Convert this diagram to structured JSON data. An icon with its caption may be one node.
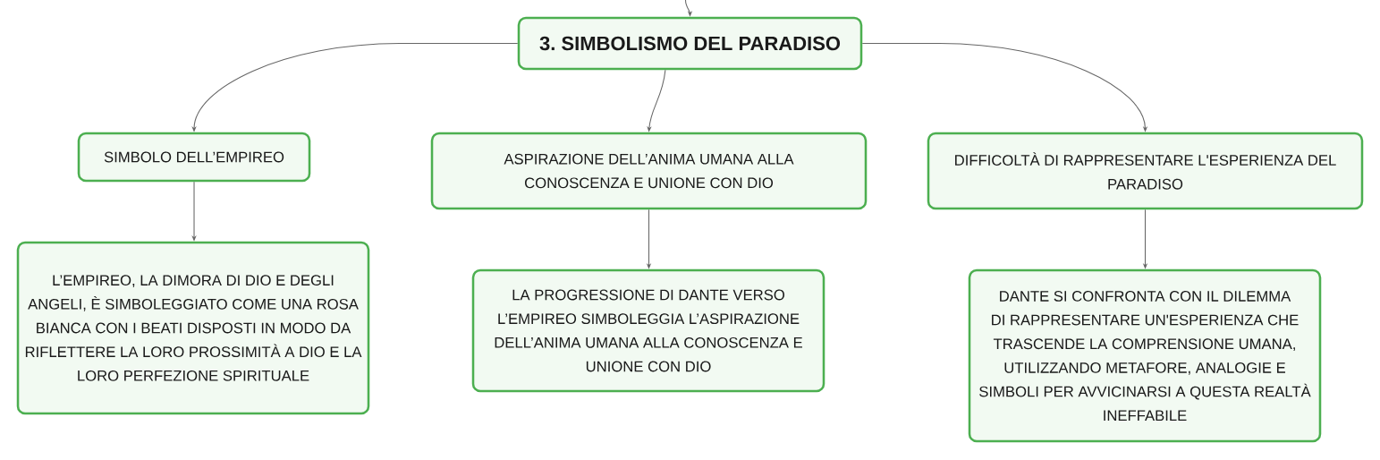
{
  "diagram": {
    "nodes": [
      {
        "text": [
          "3. SIMBOLISMO DEL PARADISO"
        ]
      },
      {
        "text": [
          "SIMBOLO DELL’EMPIREO"
        ]
      },
      {
        "text": [
          "ASPIRAZIONE DELL’ANIMA UMANA ALLA CONOSCENZA E UNIONE CON DIO"
        ]
      },
      {
        "text": [
          "DIFFICOLTÀ DI RAPPRESENTARE L'ESPERIENZA DEL PARADISO"
        ]
      },
      {
        "text": [
          "L’EMPIREO, LA DIMORA DI DIO E DEGLI ANGELI, È SIMBOLEGGIATO COME UNA ROSA BIANCA CON I BEATI DISPOSTI IN MODO DA RIFLETTERE LA LORO PROSSIMITÀ A DIO E LA LORO PERFEZIONE SPIRITUALE"
        ]
      },
      {
        "text": [
          "LA PROGRESSIONE DI DANTE VERSO L’EMPIREO SIMBOLEGGIA L’ASPIRAZIONE DELL’ANIMA UMANA ALLA CONOSCENZA E UNIONE CON DIO"
        ]
      },
      {
        "text": [
          "DANTE SI CONFRONTA CON IL DILEMMA DI RAPPRESENTARE UN'ESPERIENZA CHE TRASCENDE LA COMPRENSIONE UMANA, UTILIZZANDO METAFORE, ANALOGIE E SIMBOLI PER AVVICINARSI A QUESTA REALTÀ INEFFABILE"
        ]
      }
    ],
    "edges": [
      {
        "from": null,
        "to": 0,
        "arrow": "to"
      },
      {
        "from": 0,
        "to": 1,
        "arrow": "to"
      },
      {
        "from": 0,
        "to": 2,
        "arrow": "to"
      },
      {
        "from": 0,
        "to": 3,
        "arrow": "to"
      },
      {
        "from": 1,
        "to": 4,
        "arrow": "to"
      },
      {
        "from": 2,
        "to": 5,
        "arrow": "to"
      },
      {
        "from": 3,
        "to": 6,
        "arrow": "to"
      }
    ]
  }
}
